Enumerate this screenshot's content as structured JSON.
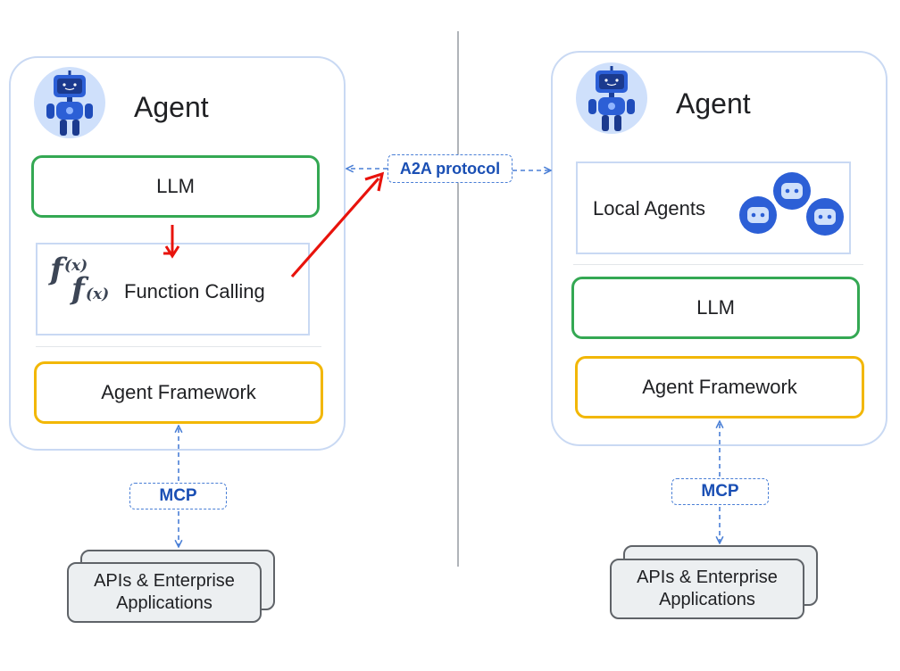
{
  "left_agent": {
    "title": "Agent",
    "llm_label": "LLM",
    "function_calling_label": "Function Calling",
    "framework_label": "Agent Framework",
    "mcp_label": "MCP",
    "api_line1": "APIs & Enterprise",
    "api_line2": "Applications"
  },
  "right_agent": {
    "title": "Agent",
    "local_agents_label": "Local Agents",
    "llm_label": "LLM",
    "framework_label": "Agent Framework",
    "mcp_label": "MCP",
    "api_line1": "APIs & Enterprise",
    "api_line2": "Applications"
  },
  "protocol": {
    "label": "A2A protocol"
  },
  "icons": {
    "robot": "robot-icon",
    "function": "function-fx-icon",
    "mini_robot": "mini-robot-icon"
  },
  "colors": {
    "card_border": "#c9d9f3",
    "llm_border": "#34a853",
    "framework_border": "#f2b705",
    "protocol_blue": "#1a4fb4",
    "dashed_arrow": "#4a7fd6",
    "red_arrow": "#e8130c",
    "api_fill": "#eceff1"
  }
}
